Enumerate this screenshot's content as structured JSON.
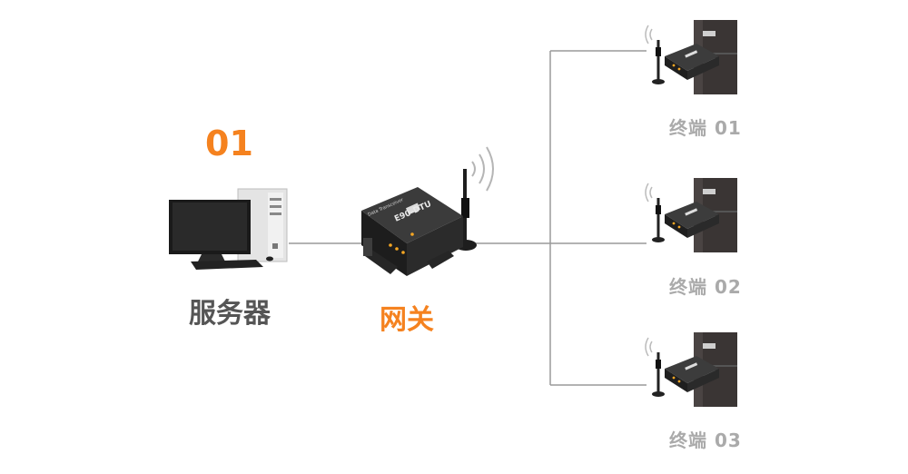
{
  "step_number": "01",
  "server": {
    "label": "服务器",
    "icon": "desktop-computer-icon"
  },
  "gateway": {
    "label": "网关",
    "icon": "wireless-dtu-gateway-icon",
    "device_brand_text": "E90-DTU",
    "device_caption_text": "Data Transceiver"
  },
  "terminals": [
    {
      "label": "终端 01",
      "icon": "terminal-dtu-with-tower-icon"
    },
    {
      "label": "终端 02",
      "icon": "terminal-dtu-with-tower-icon"
    },
    {
      "label": "终端 03",
      "icon": "terminal-dtu-with-tower-icon"
    }
  ],
  "colors": {
    "accent": "#f5821f",
    "label_dark": "#555555",
    "label_muted": "#aaaaaa",
    "connector_line": "#9a9a9a",
    "device_body": "#2b2b2b",
    "background": "#ffffff"
  }
}
